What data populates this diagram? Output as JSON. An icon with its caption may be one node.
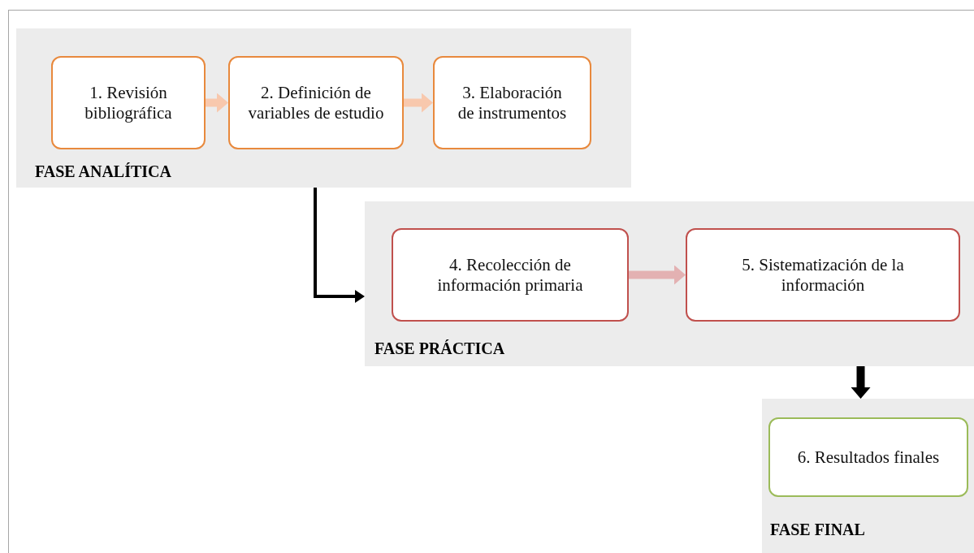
{
  "diagram": {
    "nodes": [
      {
        "text": [
          "FASE ANALÍTICA"
        ]
      },
      {
        "text": [
          "1. Revisión bibliográfica"
        ],
        "in": 0
      },
      {
        "text": [
          "2. Definición de variables de estudio"
        ],
        "in": 0
      },
      {
        "text": [
          "3. Elaboración de instrumentos"
        ],
        "in": 0
      },
      {
        "text": [
          "FASE PRÁCTICA"
        ]
      },
      {
        "text": [
          "4. Recolección de información primaria"
        ],
        "in": 4
      },
      {
        "text": [
          "5. Sistematización de la información"
        ],
        "in": 4
      },
      {
        "text": [
          "FASE FINAL"
        ]
      },
      {
        "text": [
          "6. Resultados finales"
        ],
        "in": 7
      }
    ],
    "edges": [
      {
        "from": 1,
        "to": 2,
        "arrow": "to",
        "color": "#f8c8ad"
      },
      {
        "from": 2,
        "to": 3,
        "arrow": "to",
        "color": "#f8c8ad"
      },
      {
        "from": 0,
        "to": 4,
        "arrow": "to",
        "color": "#000000"
      },
      {
        "from": 5,
        "to": 6,
        "arrow": "to",
        "color": "#e3b1b2"
      },
      {
        "from": 4,
        "to": 7,
        "arrow": "to",
        "color": "#000000"
      }
    ]
  }
}
